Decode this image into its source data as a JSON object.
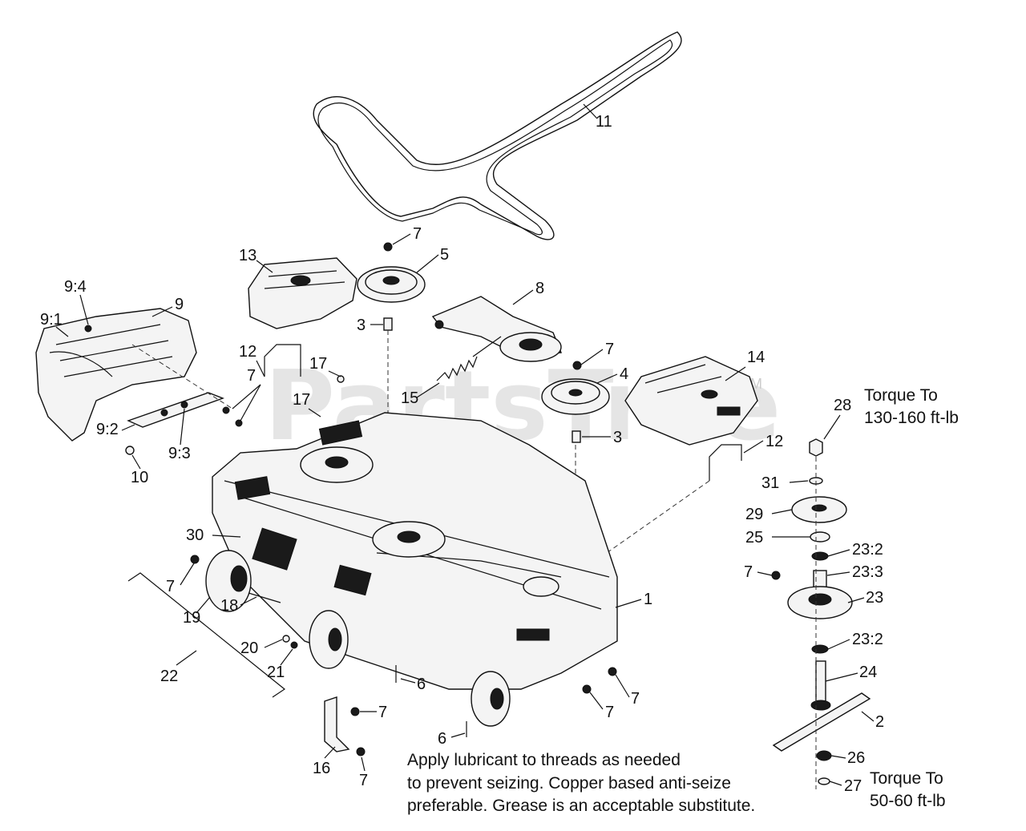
{
  "watermark": "PartsTree",
  "watermark_tm": "TM",
  "callouts": [
    {
      "id": "c11",
      "text": "11"
    },
    {
      "id": "c13",
      "text": "13"
    },
    {
      "id": "c7a",
      "text": "7"
    },
    {
      "id": "c5",
      "text": "5"
    },
    {
      "id": "c8",
      "text": "8"
    },
    {
      "id": "c94",
      "text": "9:4"
    },
    {
      "id": "c91",
      "text": "9:1"
    },
    {
      "id": "c9",
      "text": "9"
    },
    {
      "id": "c3a",
      "text": "3"
    },
    {
      "id": "c12a",
      "text": "12"
    },
    {
      "id": "c7b",
      "text": "7"
    },
    {
      "id": "c17a",
      "text": "17"
    },
    {
      "id": "c7c",
      "text": "7"
    },
    {
      "id": "c4",
      "text": "4"
    },
    {
      "id": "c14",
      "text": "14"
    },
    {
      "id": "c15",
      "text": "15"
    },
    {
      "id": "c17b",
      "text": "17"
    },
    {
      "id": "c92",
      "text": "9:2"
    },
    {
      "id": "c93",
      "text": "9:3"
    },
    {
      "id": "c10",
      "text": "10"
    },
    {
      "id": "c3b",
      "text": "3"
    },
    {
      "id": "c12b",
      "text": "12"
    },
    {
      "id": "c28",
      "text": "28"
    },
    {
      "id": "c31",
      "text": "31"
    },
    {
      "id": "c29",
      "text": "29"
    },
    {
      "id": "c25",
      "text": "25"
    },
    {
      "id": "c232a",
      "text": "23:2"
    },
    {
      "id": "c7d",
      "text": "7"
    },
    {
      "id": "c233",
      "text": "23:3"
    },
    {
      "id": "c23",
      "text": "23"
    },
    {
      "id": "c232b",
      "text": "23:2"
    },
    {
      "id": "c24",
      "text": "24"
    },
    {
      "id": "c2",
      "text": "2"
    },
    {
      "id": "c26",
      "text": "26"
    },
    {
      "id": "c27",
      "text": "27"
    },
    {
      "id": "c30",
      "text": "30"
    },
    {
      "id": "c7e",
      "text": "7"
    },
    {
      "id": "c19",
      "text": "19"
    },
    {
      "id": "c18",
      "text": "18"
    },
    {
      "id": "c20",
      "text": "20"
    },
    {
      "id": "c21",
      "text": "21"
    },
    {
      "id": "c22",
      "text": "22"
    },
    {
      "id": "c1",
      "text": "1"
    },
    {
      "id": "c6a",
      "text": "6"
    },
    {
      "id": "c7f",
      "text": "7"
    },
    {
      "id": "c7g",
      "text": "7"
    },
    {
      "id": "c6b",
      "text": "6"
    },
    {
      "id": "c7h",
      "text": "7"
    },
    {
      "id": "c16",
      "text": "16"
    },
    {
      "id": "c7i",
      "text": "7"
    }
  ],
  "torque_top": {
    "line1": "Torque To",
    "line2": "130-160 ft-lb"
  },
  "torque_bottom": {
    "line1": "Torque To",
    "line2": "50-60 ft-lb"
  },
  "note": {
    "line1": "Apply lubricant to threads as needed",
    "line2": "to prevent seizing. Copper based anti-seize",
    "line3": "preferable. Grease is an acceptable substitute."
  }
}
